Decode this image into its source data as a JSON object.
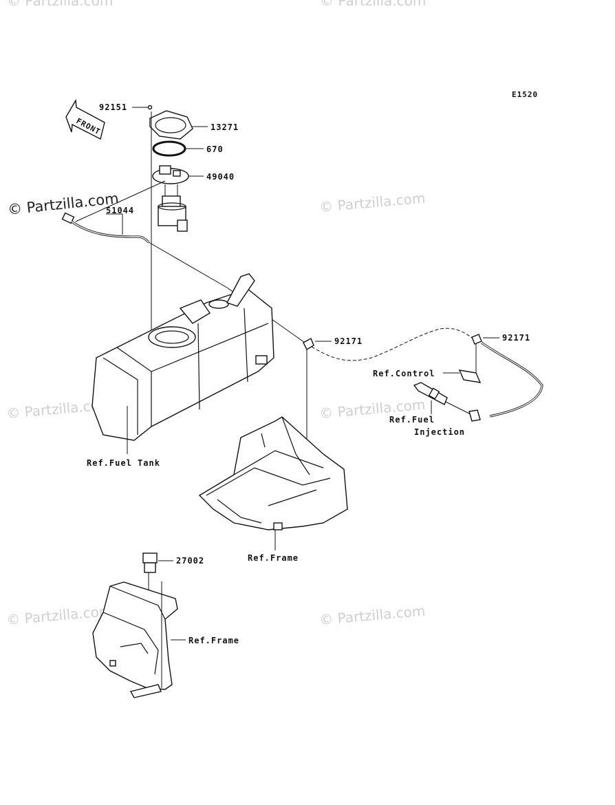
{
  "diagram_code": "E1520",
  "front_arrow_label": "FRONT",
  "watermark_main": "© Partzilla.com",
  "watermark_faded": "© Partzilla.com",
  "parts": {
    "p92151": "92151",
    "p13271": "13271",
    "p670": "670",
    "p49040": "49040",
    "p51044": "51044",
    "p92171a": "92171",
    "p92171b": "92171",
    "p27002": "27002"
  },
  "refs": {
    "control": "Ref.Control",
    "fuel_line1": "Ref.Fuel",
    "fuel_line2": "Injection",
    "fuel_tank": "Ref.Fuel Tank",
    "frame_mid": "Ref.Frame",
    "frame_low": "Ref.Frame"
  }
}
